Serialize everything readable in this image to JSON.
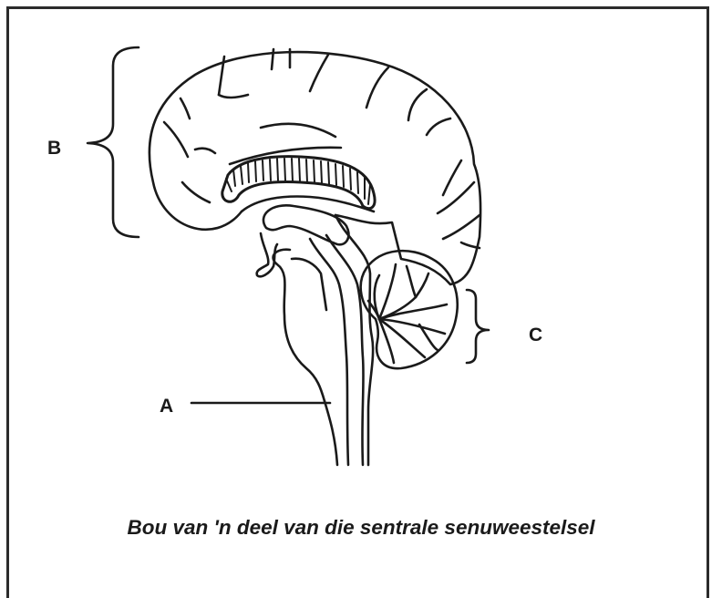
{
  "labels": {
    "a": "A",
    "b": "B",
    "c": "C"
  },
  "caption": "Bou van 'n deel van die sentrale senuweestelsel",
  "colors": {
    "ink": "#1a1a1a",
    "frame": "#2b2b2b",
    "background": "#ffffff"
  }
}
